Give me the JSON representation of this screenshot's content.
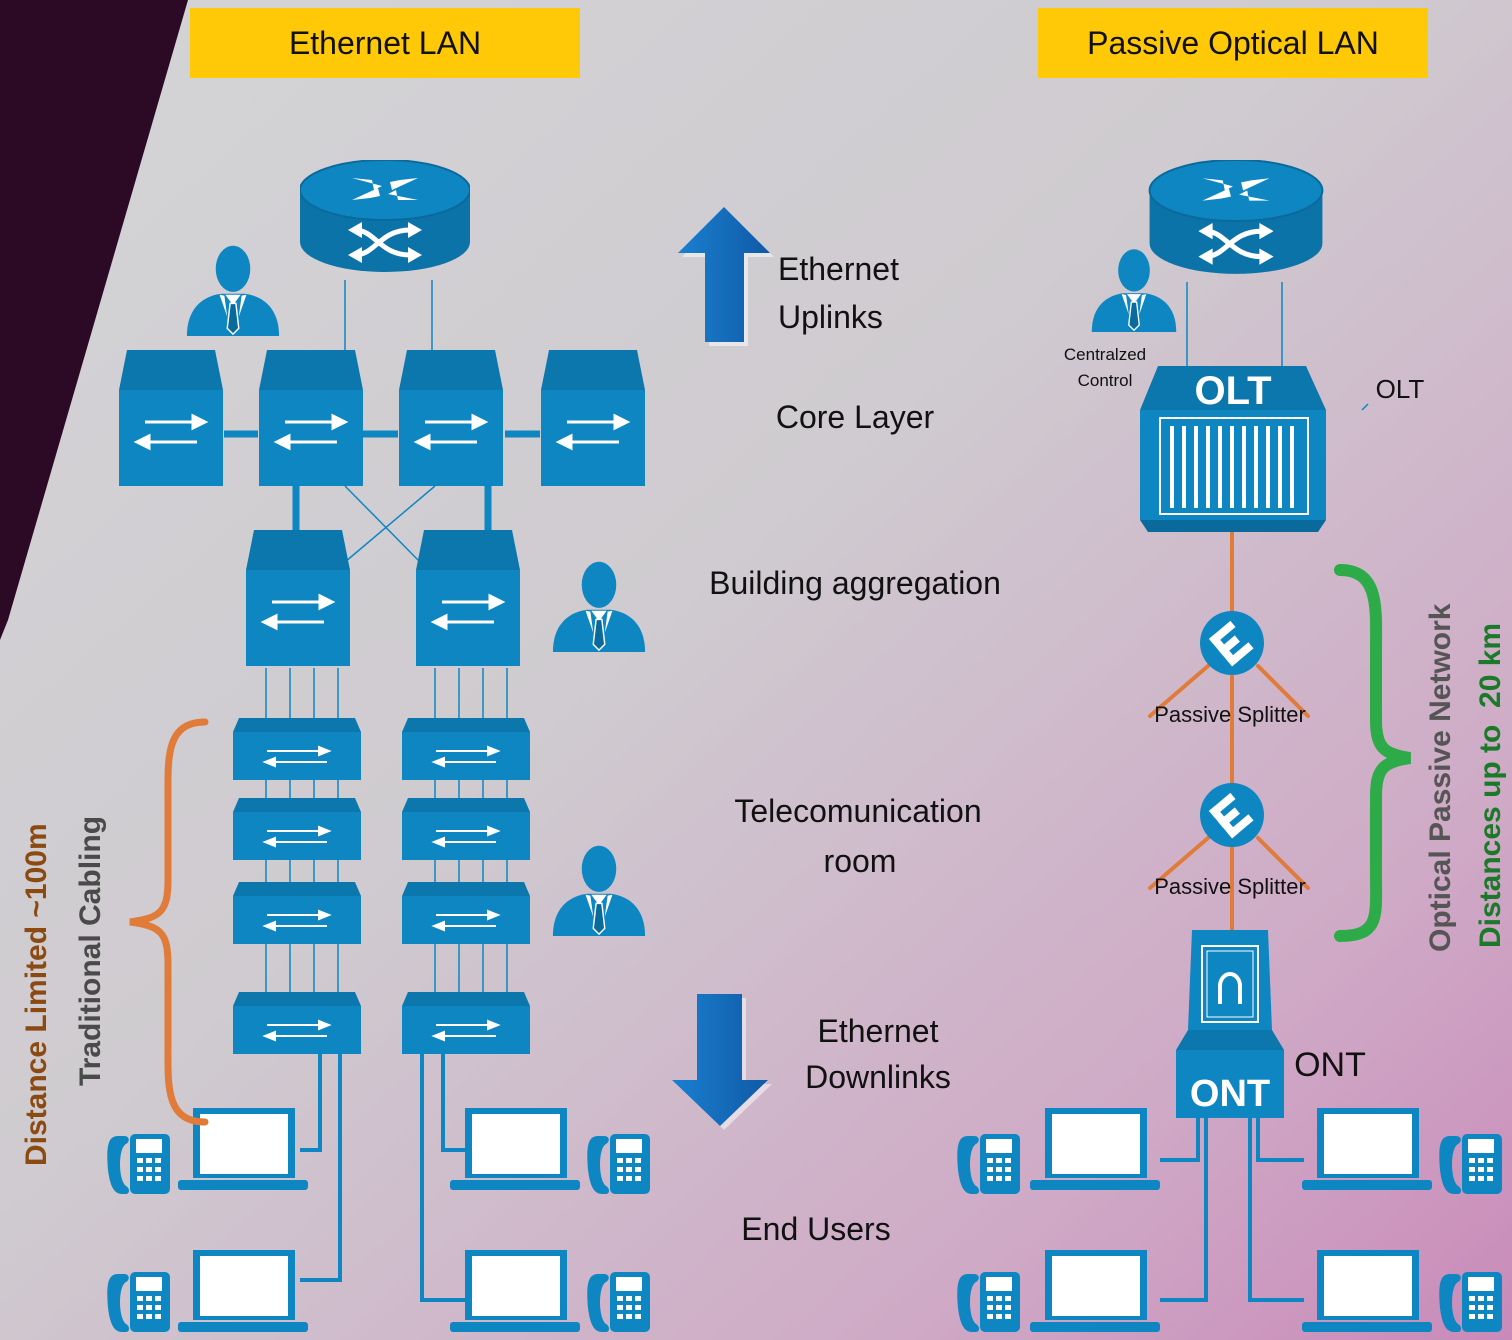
{
  "headers": {
    "left": "Ethernet LAN",
    "right": "Passive Optical LAN"
  },
  "center_labels": {
    "uplinks_1": "Ethernet",
    "uplinks_2": "Uplinks",
    "core": "Core Layer",
    "aggregation": "Building aggregation",
    "telecom_1": "Telecomunication",
    "telecom_2": "room",
    "downlinks_1": "Ethernet",
    "downlinks_2": "Downlinks",
    "end_users": "End Users"
  },
  "left_side": {
    "distance_limited": "Distance Limited ~100m",
    "traditional_cabling": "Traditional Cabling"
  },
  "right_side": {
    "central_control_1": "Centralzed",
    "central_control_2": "Control",
    "olt_badge": "OLT",
    "olt_label": "OLT",
    "splitter_1": "Passive Splitter",
    "splitter_2": "Passive Splitter",
    "ont_badge": "ONT",
    "ont_label": "ONT",
    "optical_network": "Optical Passive Network",
    "distance_20km": "Distances up to  20 km"
  },
  "colors": {
    "device_blue": "#0E86C1",
    "header_yellow": "#FFC907",
    "fiber_orange": "#E07B39",
    "brace_green": "#2EAB49",
    "distance_brown": "#8B4A12",
    "arrow_blue": "#1769B8"
  }
}
